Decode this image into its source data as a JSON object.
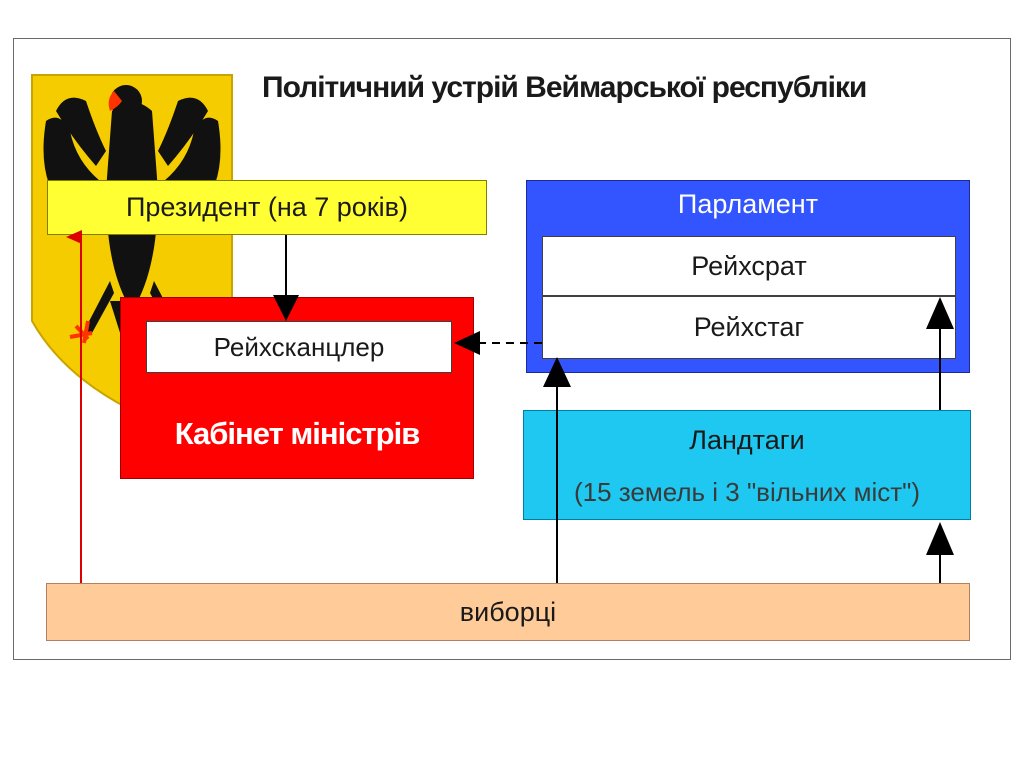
{
  "title": "Політичний устрій Веймарської республіки",
  "president": "Президент (на 7 років)",
  "chancellor": "Рейхсканцлер",
  "cabinet": "Кабінет міністрів",
  "parliament": {
    "label": "Парламент",
    "reichsrat": "Рейхсрат",
    "reichstag": "Рейхстаг"
  },
  "landtage": {
    "label": "Ландтаги",
    "sub": "(15 земель і 3 \"вільних міст\")"
  },
  "voters": "виборці",
  "colors": {
    "president": "#ffff33",
    "cabinet": "#ff0000",
    "parliament": "#3355ff",
    "landtage": "#1ec8f0",
    "voters": "#ffcc99",
    "eagle_background": "#f5cc00",
    "eagle": "#111111",
    "eagle_beak": "#ff3300",
    "election_arrow": "#dd0000"
  },
  "icons": {
    "coat_of_arms": "eagle-coat-of-arms-icon"
  }
}
